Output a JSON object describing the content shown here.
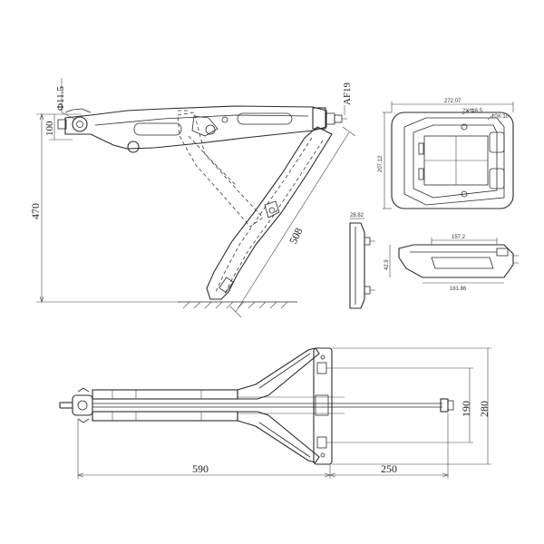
{
  "labels": {
    "dia_hole": "Φ11.5",
    "af": "AF19",
    "height_100": "100",
    "height_470": "470",
    "length_508": "508",
    "length_590": "590",
    "length_250": "250",
    "width_190": "190",
    "width_280": "280",
    "foot_length": "272.07",
    "foot_width": "207.12",
    "foot_hole": "2X Φ8.5",
    "foot_slot": "10X:10",
    "foot_side_height": "28.82",
    "foot_section_top": "157.2",
    "foot_section_bottom": "161.86",
    "foot_section_height": "42.9"
  }
}
